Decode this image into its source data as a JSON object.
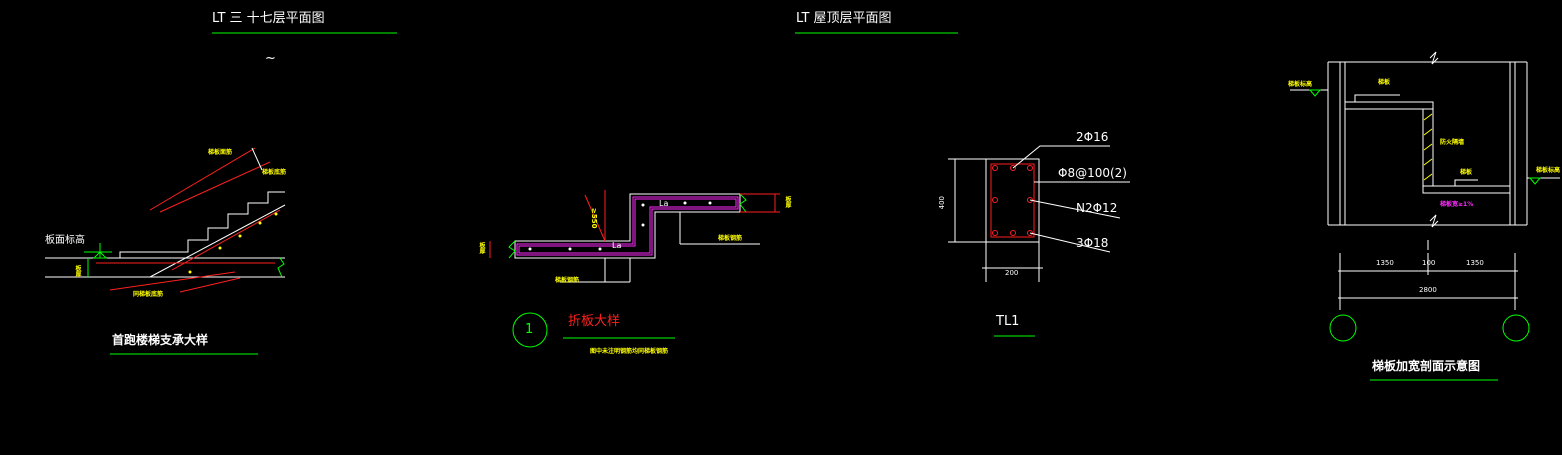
{
  "title_lt3_17": "LT 三  十七层平面图",
  "tilde": "~",
  "title_lt_roof": "LT  屋顶层平面图",
  "stair_support": {
    "title": "首跑楼梯支承大样",
    "label_top": "梯板面筋",
    "label_bottom_bar": "梯板底筋",
    "label_level": "板面标高",
    "label_bottom": "同梯板底筋",
    "label_height": "板厚"
  },
  "folded_plate": {
    "number": "1",
    "title": "折板大样",
    "note": "图中未注明钢筋均同梯板钢筋",
    "dim_550": "≥550",
    "la_1": "La",
    "la_2": "La",
    "label_thick_left": "板厚",
    "label_thick_right": "板厚",
    "label_right_bar": "梯板钢筋",
    "label_bottom_bar": "梯板钢筋"
  },
  "beam": {
    "name": "TL1",
    "top_bars": "2Φ16",
    "stirrup": "Φ8@100(2)",
    "side_bars": "N2Φ12",
    "bottom_bars": "3Φ18",
    "height": "400",
    "width": "200"
  },
  "section": {
    "title": "梯板加宽剖面示意图",
    "label_level_left": "梯板标高",
    "label_board_top": "梯板",
    "label_fire": "防火隔墙",
    "label_board_mid": "梯板",
    "label_width": "梯板宽≥1%",
    "label_level_right": "梯板标高",
    "dim_1": "1350",
    "dim_2": "100",
    "dim_3": "1350",
    "dim_total": "2800"
  },
  "colors": {
    "background": "#000000",
    "white": "#ffffff",
    "yellow": "#ffff00",
    "red": "#ff2020",
    "magenta": "#ff2aff",
    "green": "#00ff00"
  }
}
